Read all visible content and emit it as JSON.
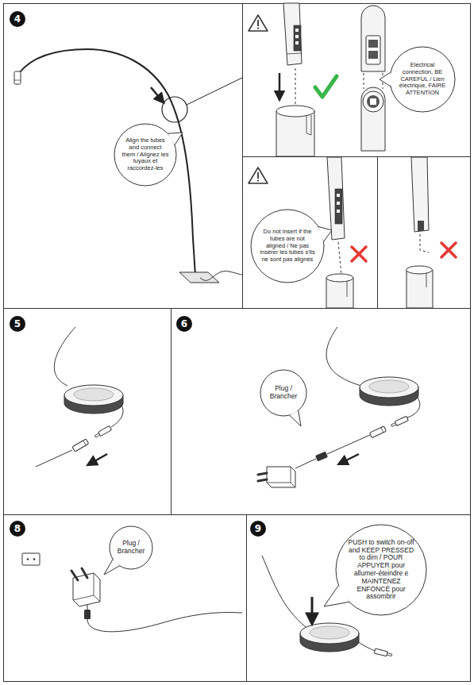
{
  "diagram": {
    "nodes": [
      {
        "text": [
          "Align the tubes and connect them / Alignez les tuyaux et raccordez-les"
        ]
      },
      {
        "text": [
          "Electrical connection, BE CAREFUL / Lien électrique, FAIRE ATTENTION"
        ]
      },
      {
        "text": [
          "Do not insert if the tubes are not aligned / Ne pas insérer les tubes s'ils ne sont pas alignés"
        ]
      },
      {
        "text": [
          "Plug / Brancher"
        ]
      },
      {
        "text": [
          "Plug / Brancher"
        ]
      },
      {
        "text": [
          "PUSH to switch on-off and KEEP PRESSED to dim / POUR APPUYER pour allumer-éteindre e MAINTENEZ ENFONCÉ pour assombrir"
        ]
      }
    ],
    "labels": [
      "4",
      "5",
      "6",
      "8",
      "9"
    ]
  }
}
